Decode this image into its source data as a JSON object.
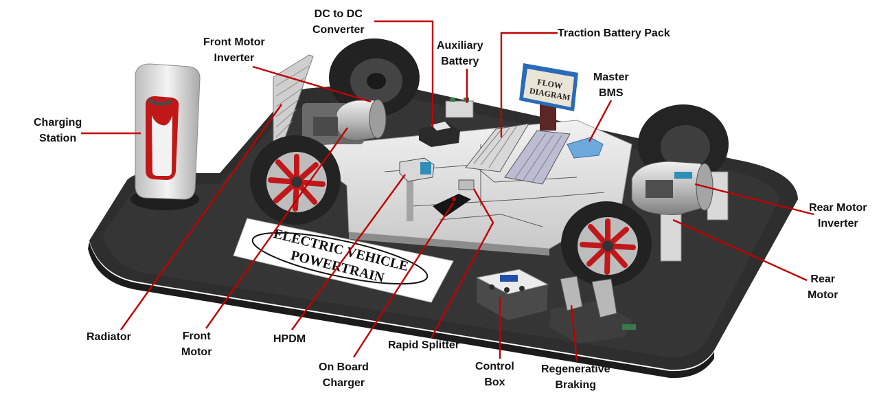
{
  "figure": {
    "sign": [
      "ELECTRIC VEHICLE",
      "POWERTRAIN"
    ],
    "screen": [
      "FLOW",
      "DIAGRAM"
    ],
    "accent_color": "#c00000"
  },
  "labels": {
    "dc_converter": [
      "DC to DC",
      "Converter"
    ],
    "front_inverter": [
      "Front Motor",
      "Inverter"
    ],
    "aux_battery": [
      "Auxiliary",
      "Battery"
    ],
    "traction_pack": [
      "Traction Battery Pack"
    ],
    "master_bms": [
      "Master",
      "BMS"
    ],
    "charging_station": [
      "Charging",
      "Station"
    ],
    "rear_inverter": [
      "Rear Motor",
      "Inverter"
    ],
    "rear_motor": [
      "Rear",
      "Motor"
    ],
    "radiator": [
      "Radiator"
    ],
    "front_motor": [
      "Front",
      "Motor"
    ],
    "hpdm": [
      "HPDM"
    ],
    "on_board_charger": [
      "On Board",
      "Charger"
    ],
    "rapid_splitter": [
      "Rapid Splitter"
    ],
    "control_box": [
      "Control",
      "Box"
    ],
    "regen_braking": [
      "Regenerative",
      "Braking"
    ]
  }
}
